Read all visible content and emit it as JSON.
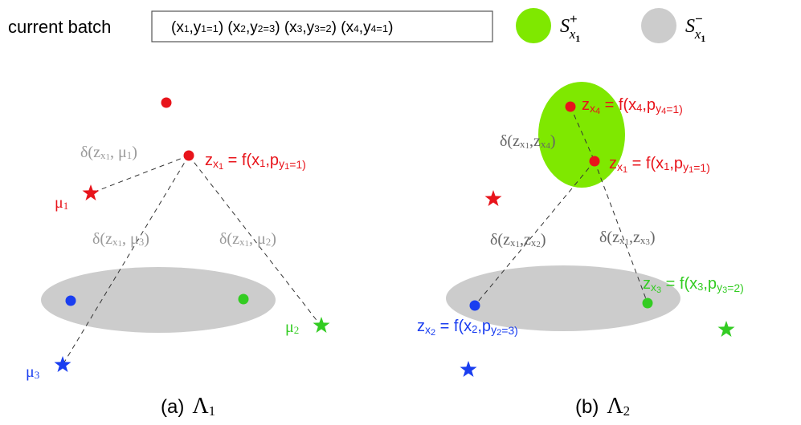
{
  "header": {
    "batch_label": "current batch",
    "batch_pairs": [
      {
        "x": "x",
        "xsub": "1",
        "y": "y",
        "ysub": "1",
        "val": "=1"
      },
      {
        "x": "x",
        "xsub": "2",
        "y": "y",
        "ysub": "2",
        "val": "=3"
      },
      {
        "x": "x",
        "xsub": "3",
        "y": "y",
        "ysub": "3",
        "val": "=2"
      },
      {
        "x": "x",
        "xsub": "4",
        "y": "y",
        "ysub": "4",
        "val": "=1"
      }
    ],
    "legend_pos": {
      "base": "S",
      "sup": "+",
      "sub": "x",
      "subsub": "1"
    },
    "legend_neg": {
      "base": "S",
      "sup": "−",
      "sub": "x",
      "subsub": "1"
    }
  },
  "colors": {
    "red": "#e8141b",
    "green": "#33cc22",
    "blue": "#1a3ef0",
    "gray_text": "#9a9a9a",
    "dark_gray": "#666666",
    "lime": "#7fe800",
    "light_gray": "#cccccc"
  },
  "panel_a": {
    "caption_prefix": "(a)",
    "caption_sym": "Λ",
    "caption_sub": "1",
    "zx1_label": {
      "z": "z",
      "zsub": "x",
      "zsubsub": "1",
      "eq": " = f(x",
      "xsub": "1",
      "mid": ",p",
      "psub": "y",
      "psubsub": "1",
      "val": "=1)"
    },
    "mu1": {
      "mu": "μ",
      "sub": "1"
    },
    "mu2": {
      "mu": "μ",
      "sub": "2"
    },
    "mu3": {
      "mu": "μ",
      "sub": "3"
    },
    "delta_mu1": {
      "d": "δ(z",
      "zsub": "x",
      "zsubsub": "1",
      "mid": ", μ",
      "msub": "1",
      "end": ")"
    },
    "delta_mu3": {
      "d": "δ(z",
      "zsub": "x",
      "zsubsub": "1",
      "mid": ", μ",
      "msub": "3",
      "end": ")"
    },
    "delta_mu2": {
      "d": "δ(z",
      "zsub": "x",
      "zsubsub": "1",
      "mid": ", μ",
      "msub": "2",
      "end": ")"
    }
  },
  "panel_b": {
    "caption_prefix": "(b)",
    "caption_sym": "Λ",
    "caption_sub": "2",
    "zx4_label": {
      "z": "z",
      "zsub": "x",
      "zsubsub": "4",
      "eq": " = f(x",
      "xsub": "4",
      "mid": ",p",
      "psub": "y",
      "psubsub": "4",
      "val": "=1)"
    },
    "zx1_label": {
      "z": "z",
      "zsub": "x",
      "zsubsub": "1",
      "eq": " = f(x",
      "xsub": "1",
      "mid": ",p",
      "psub": "y",
      "psubsub": "1",
      "val": "=1)"
    },
    "zx3_label": {
      "z": "z",
      "zsub": "x",
      "zsubsub": "3",
      "eq": " = f(x",
      "xsub": "3",
      "mid": ",p",
      "psub": "y",
      "psubsub": "3",
      "val": "=2)"
    },
    "zx2_label": {
      "z": "z",
      "zsub": "x",
      "zsubsub": "2",
      "eq": " = f(x",
      "xsub": "2",
      "mid": ",p",
      "psub": "y",
      "psubsub": "2",
      "val": "=3)"
    },
    "delta_x4": {
      "d": "δ(z",
      "zsub": "x",
      "zsubsub": "1",
      "mid": ",z",
      "msub": "x",
      "msubsub": "4",
      "end": ")"
    },
    "delta_x2": {
      "d": "δ(z",
      "zsub": "x",
      "zsubsub": "1",
      "mid": ",z",
      "msub": "x",
      "msubsub": "2",
      "end": ")"
    },
    "delta_x3": {
      "d": "δ(z",
      "zsub": "x",
      "zsubsub": "1",
      "mid": ",z",
      "msub": "x",
      "msubsub": "3",
      "end": ")"
    }
  }
}
